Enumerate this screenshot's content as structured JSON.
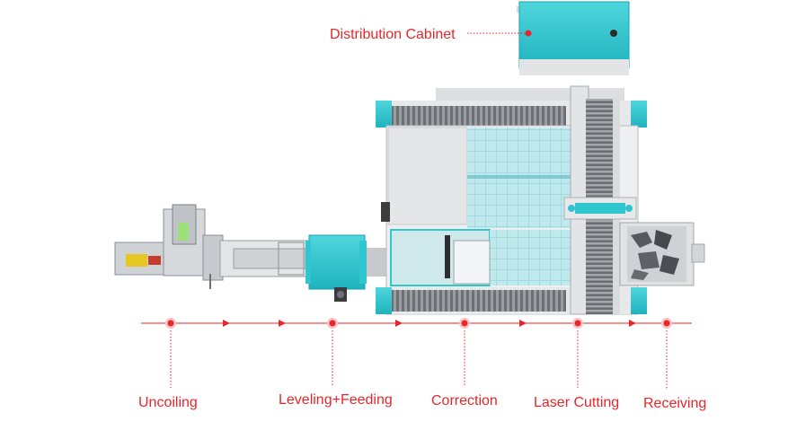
{
  "labels": {
    "cabinet": "Distribution Cabinet",
    "steps": [
      "Uncoiling",
      "Leveling+Feeding",
      "Correction",
      "Laser Cutting",
      "Receiving"
    ]
  },
  "colors": {
    "accent": "#e8262a",
    "machine_teal": "#2fc6cf",
    "machine_body": "#e9eaec"
  }
}
